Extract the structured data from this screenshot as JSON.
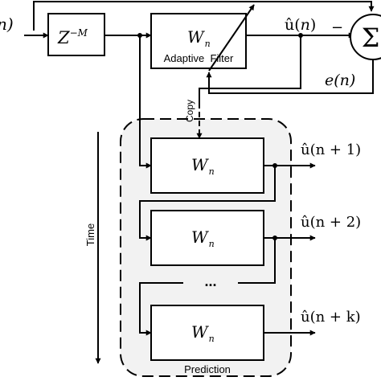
{
  "input": {
    "signal_fragment": "n)"
  },
  "delay_block": {
    "base": "Z",
    "exponent": "−M"
  },
  "adaptive_filter": {
    "weight": "W",
    "weight_sub": "n",
    "label": "Adaptive  Filter"
  },
  "estimate": {
    "label_prefix": "û(",
    "label_var": "n",
    "label_suffix": ")",
    "minus_sign": "−"
  },
  "summer": {
    "symbol": "Σ"
  },
  "error": {
    "label": "e(n)"
  },
  "copy_label": "Copy",
  "time_label": "Time",
  "prediction": {
    "region_label": "Prediction",
    "ellipsis": "...",
    "filters": [
      {
        "weight": "W",
        "sub": "n",
        "output": "û(n + 1)"
      },
      {
        "weight": "W",
        "sub": "n",
        "output": "û(n + 2)"
      },
      {
        "weight": "W",
        "sub": "n",
        "output": "û(n + k)"
      }
    ]
  },
  "colors": {
    "line": "#000000",
    "prediction_fill": "#f2f2f2",
    "background": "#ffffff"
  }
}
